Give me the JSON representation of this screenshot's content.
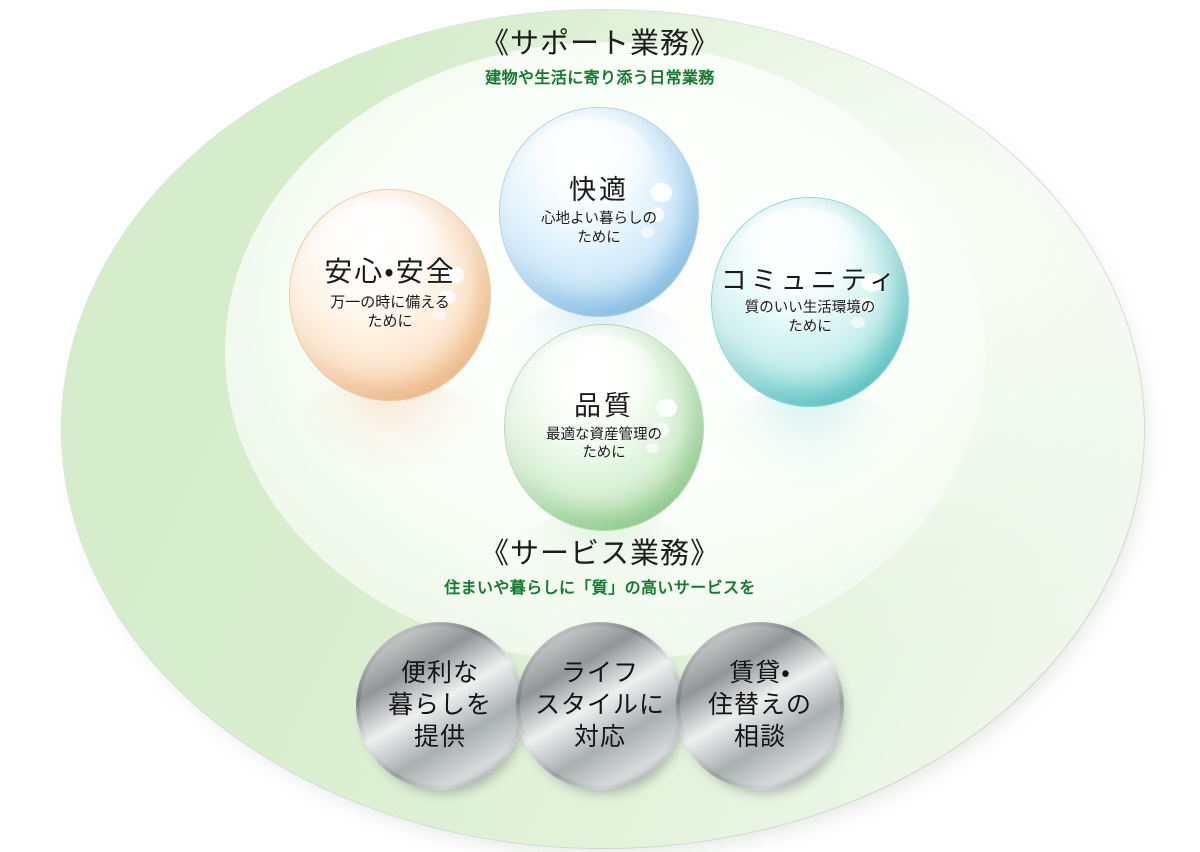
{
  "diagram": {
    "sections": {
      "support": {
        "title": "《サポート業務》",
        "subtitle": "建物や生活に寄り添う日常業務"
      },
      "service": {
        "title": "《サービス業務》",
        "subtitle": "住まいや暮らしに「質」の高いサービスを"
      }
    },
    "bubbles": [
      {
        "id": "anshin",
        "title": "安心・安全",
        "sub_line1": "万一の時に備える",
        "sub_line2": "ために",
        "color": "#e8aa72"
      },
      {
        "id": "kaiteki",
        "title": "快適",
        "sub_line1": "心地よい暮らしの",
        "sub_line2": "ために",
        "color": "#6eafde"
      },
      {
        "id": "hinshitsu",
        "title": "品質",
        "sub_line1": "最適な資産管理の",
        "sub_line2": "ために",
        "color": "#74c170"
      },
      {
        "id": "community",
        "title": "コミュニティ",
        "sub_line1": "質のいい生活環境の",
        "sub_line2": "ために",
        "color": "#30bcb8"
      }
    ],
    "service_circles": [
      {
        "id": "benri",
        "line1": "便利な",
        "line2": "暮らしを",
        "line3": "提供"
      },
      {
        "id": "lifestyle",
        "line1": "ライフ",
        "line2": "スタイルに",
        "line3": "対応"
      },
      {
        "id": "chintai",
        "line1": "賃貸・",
        "line2": "住替えの",
        "line3": "相談"
      }
    ],
    "colors": {
      "outer_ellipse": "#d6eecd",
      "inner_ellipse": "#fbfefa",
      "subtitle_green": "#157a31",
      "heading_text": "#1c1c1c",
      "circle_ring": "#8b9193",
      "background": "#ffffff"
    }
  }
}
